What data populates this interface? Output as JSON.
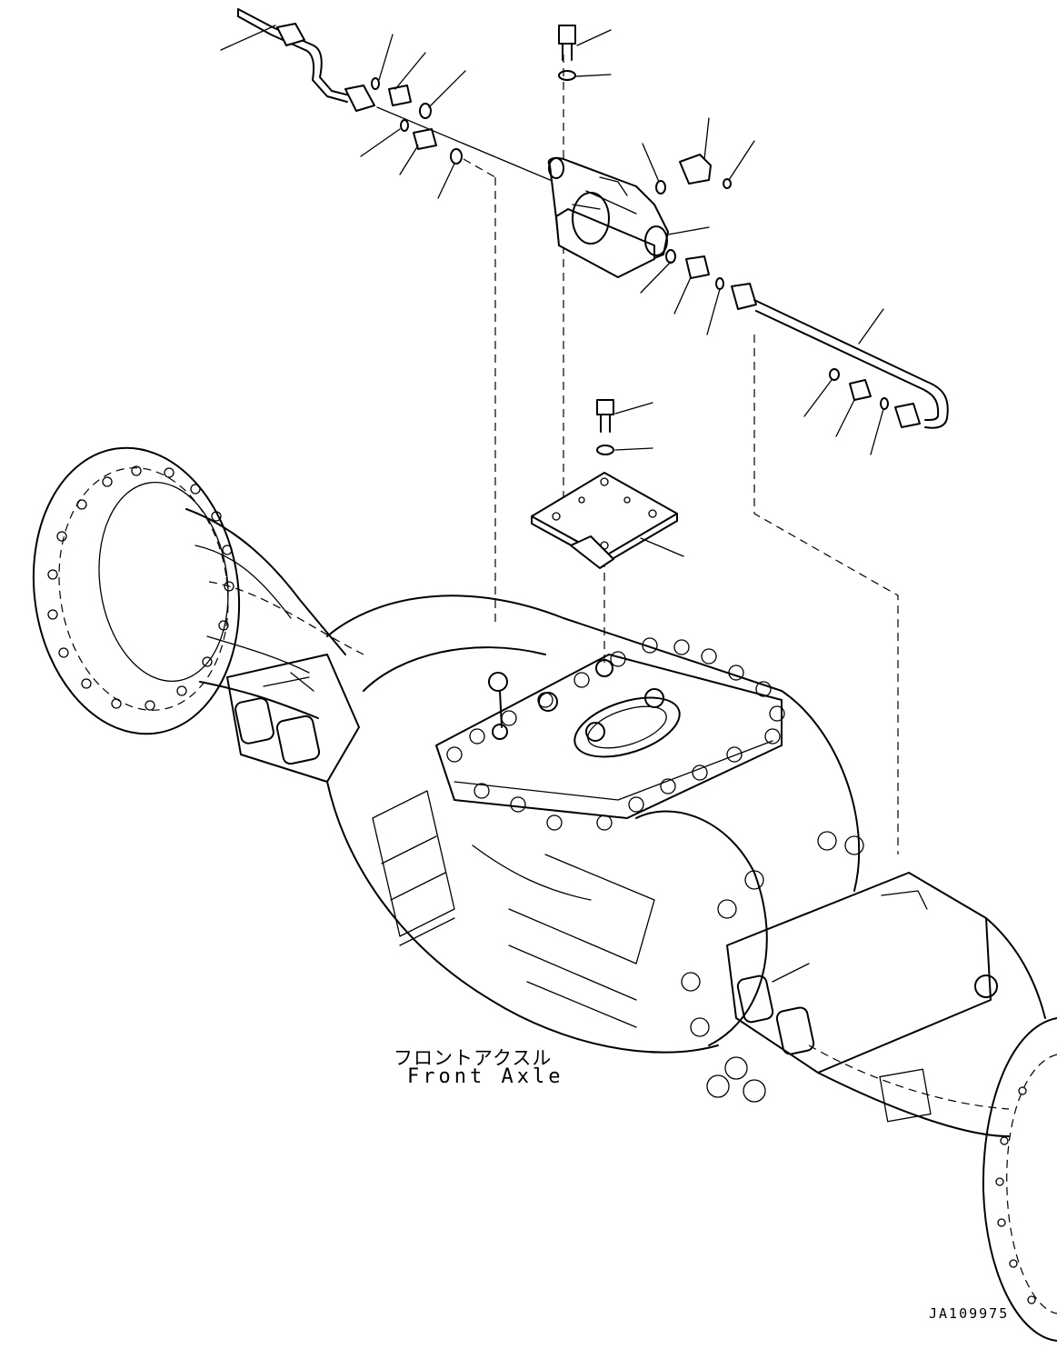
{
  "diagram": {
    "part_label_jp": "フロントアクスル",
    "part_label_en": "Front Axle",
    "drawing_code": "JA109975"
  }
}
